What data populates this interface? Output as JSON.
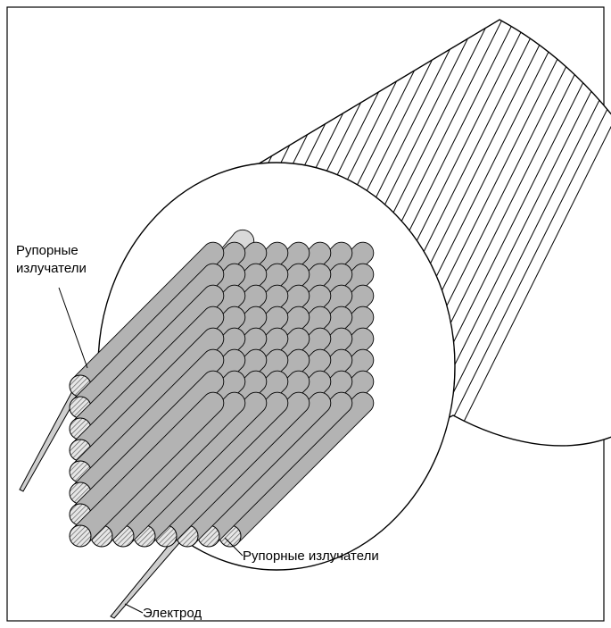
{
  "labels": {
    "horn_radiators_top_line1": "Рупорные",
    "horn_radiators_top_line2": "излучатели",
    "horn_radiators_bottom": "Рупорные излучатели",
    "electrode": "Электрод"
  },
  "colors": {
    "line": "#000000",
    "background": "#ffffff",
    "rod_fill": "#b3b3b3",
    "rod_top_highlight": "#d9d9d9"
  },
  "rod_grid": {
    "columns": 8,
    "rows": 8
  }
}
